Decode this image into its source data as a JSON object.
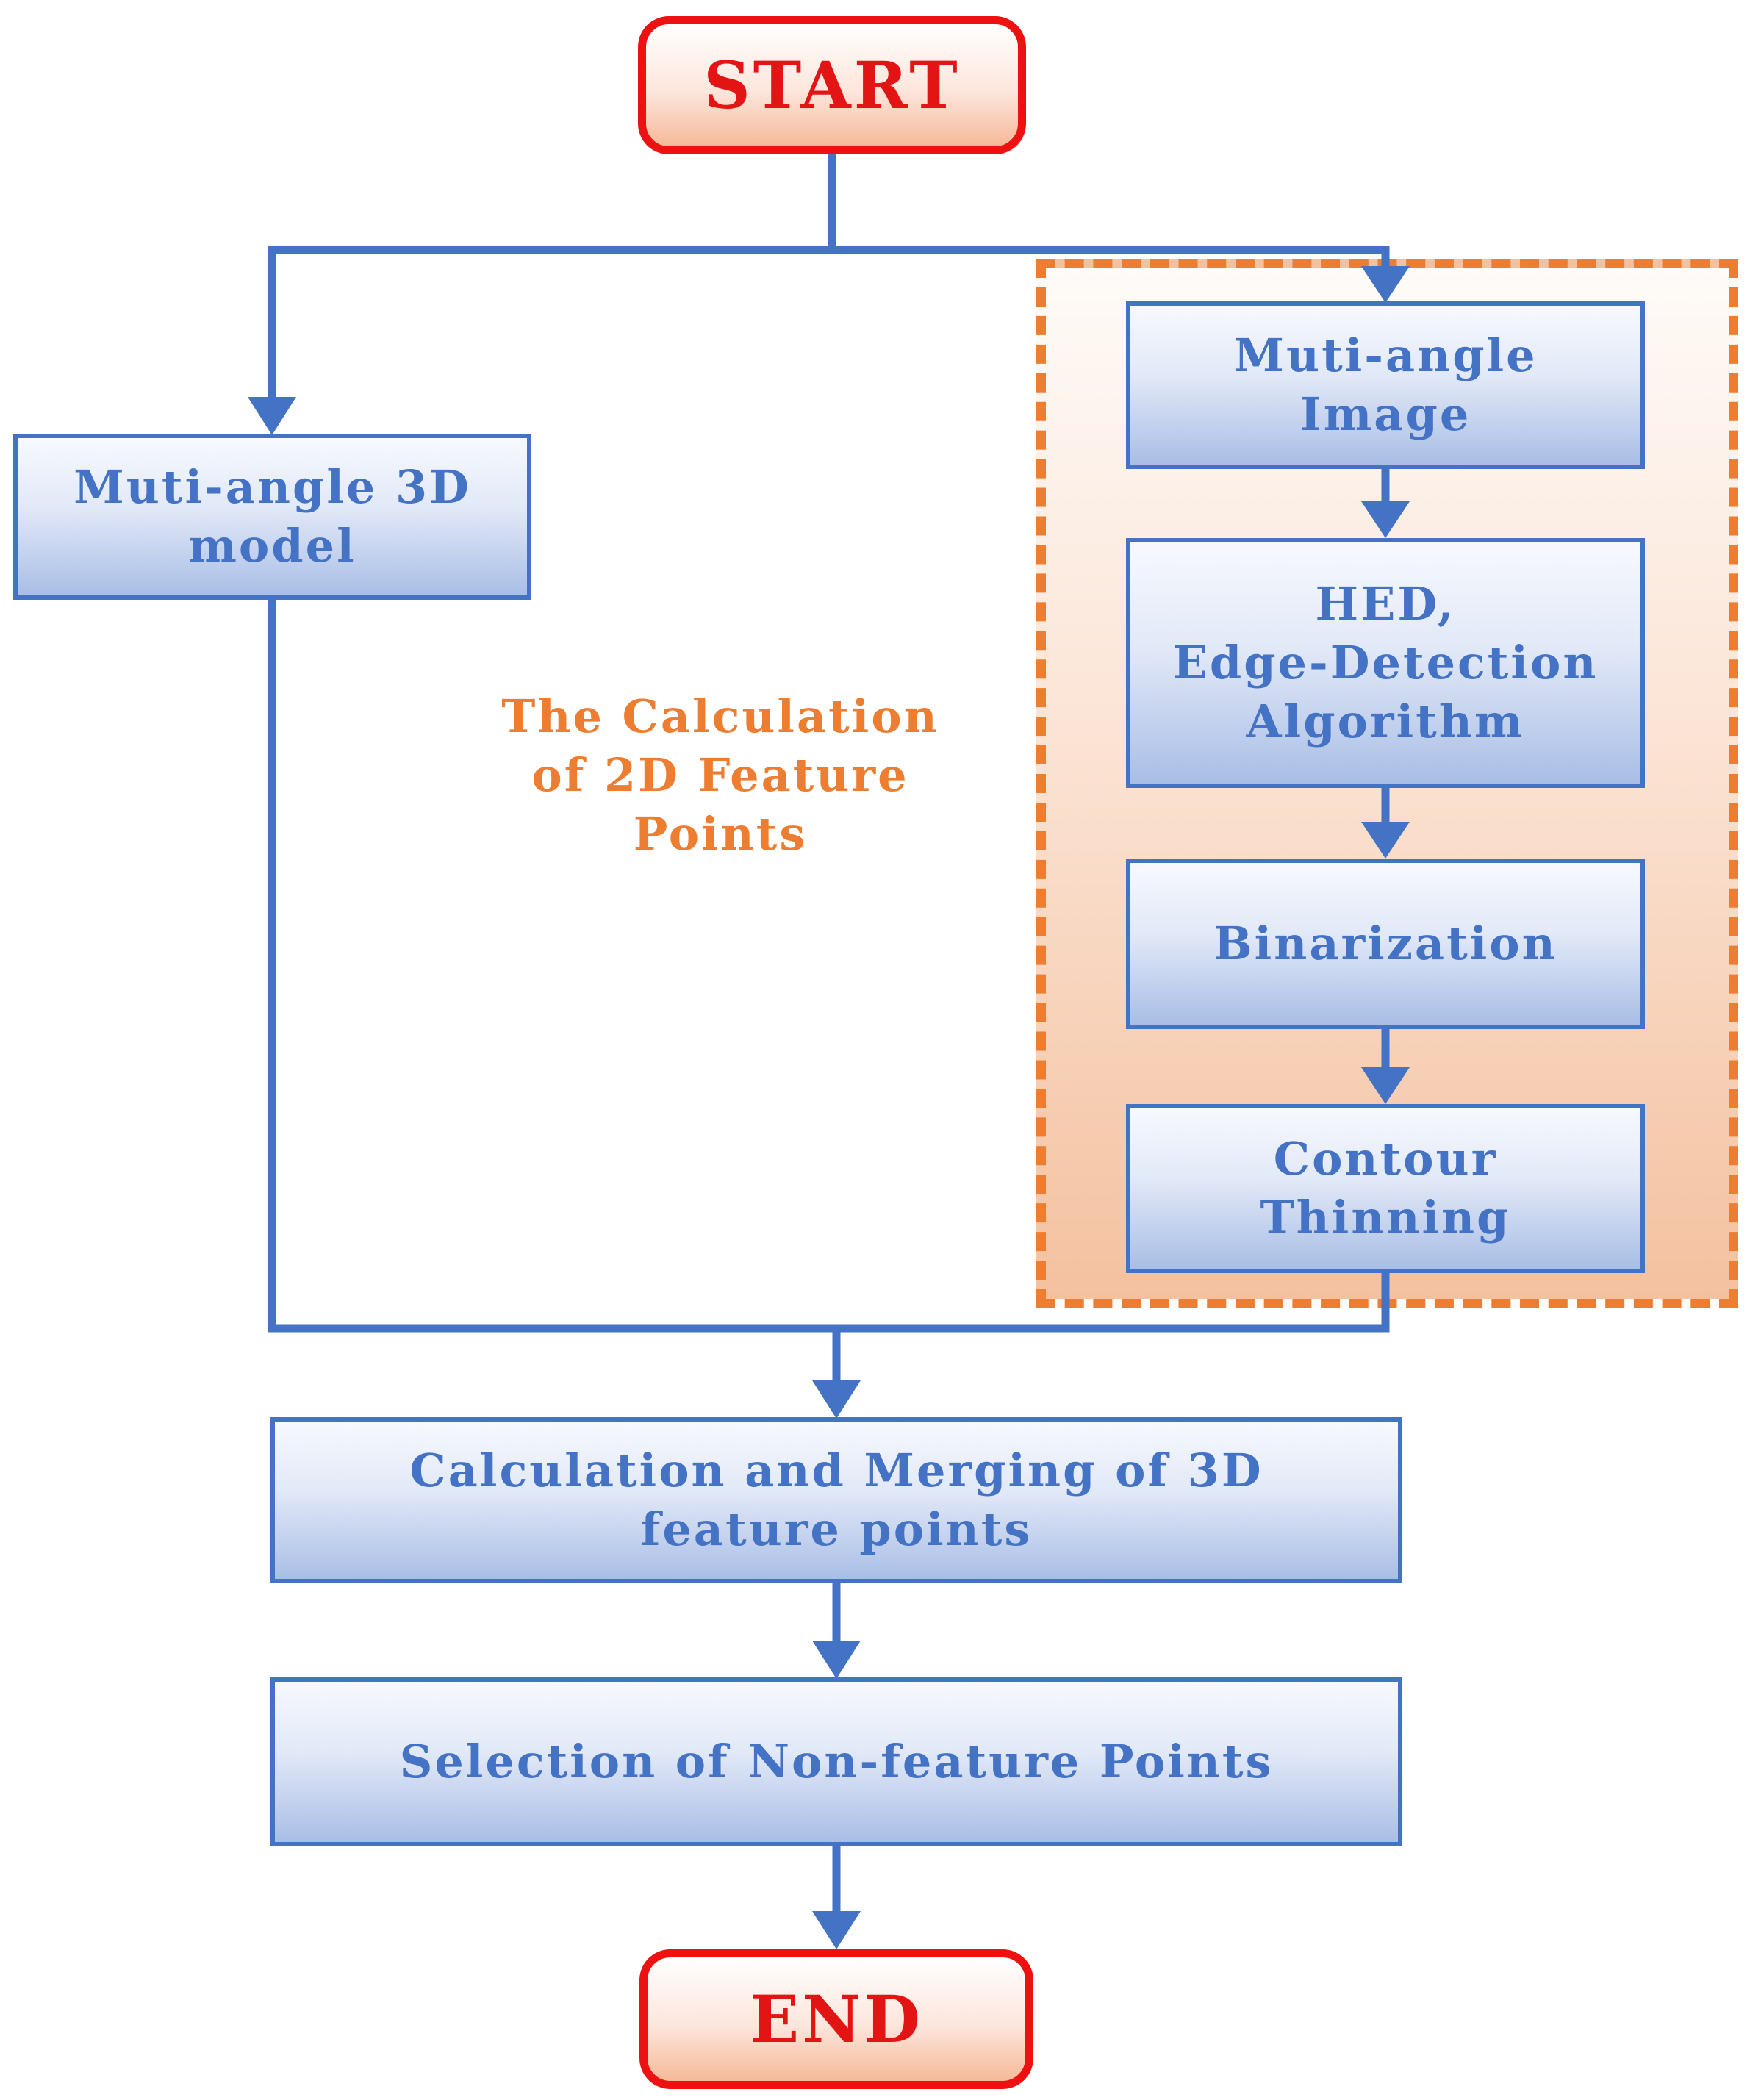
{
  "flowchart": {
    "start": "START",
    "end": "END",
    "steps": {
      "muti_angle_3d_model": "Muti-angle 3D\nmodel",
      "muti_angle_image": "Muti-angle\nImage",
      "hed": "HED,\nEdge-Detection\nAlgorithm",
      "binarization": "Binarization",
      "contour_thinning": "Contour\nThinning",
      "calc_merge": "Calculation and Merging of 3D\nfeature points",
      "selection": "Selection of Non-feature Points"
    },
    "group_label": "The Calculation\nof 2D Feature\nPoints"
  },
  "colors": {
    "terminal_border": "#ee1111",
    "terminal_text": "#e31414",
    "box_border": "#4472c4",
    "box_text": "#4472c4",
    "connector": "#4472c4",
    "group_border": "#ed7d31",
    "group_text": "#ed7d31"
  }
}
